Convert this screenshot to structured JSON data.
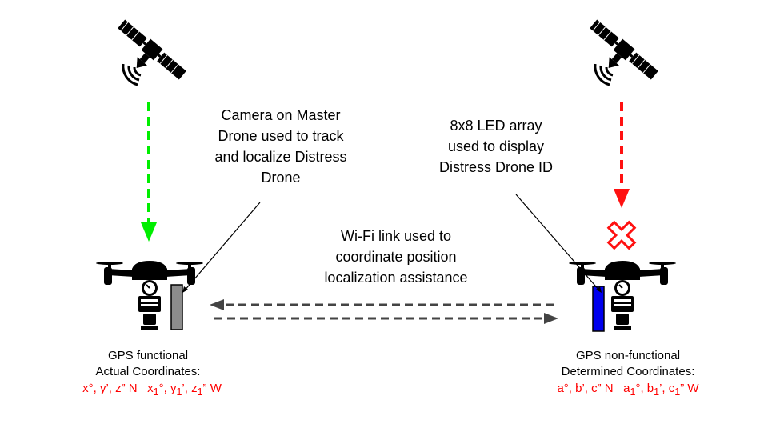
{
  "callouts": {
    "camera": "Camera on Master Drone used to track and localize Distress Drone",
    "camera_lines": [
      "Camera on Master",
      "Drone used to track",
      "and localize Distress",
      "Drone"
    ],
    "led_lines": [
      "8x8 LED array",
      "used to display",
      "Distress Drone ID"
    ],
    "wifi_lines": [
      "Wi-Fi link used to",
      "coordinate position",
      "localization assistance"
    ]
  },
  "master": {
    "status": "GPS functional",
    "coord_label": "Actual Coordinates:",
    "lat_text": "x°, y’, z” N",
    "lon": {
      "a": "x",
      "a_sub": "1",
      "b": "°, y",
      "b_sub": "1",
      "c": "’, z",
      "c_sub": "1",
      "d": "” W"
    }
  },
  "distress": {
    "status": "GPS non-functional",
    "coord_label": "Determined Coordinates:",
    "lat_text": "a°, b’, c” N",
    "lon": {
      "a": "a",
      "a_sub": "1",
      "b": "°, b",
      "b_sub": "1",
      "c": "’, c",
      "c_sub": "1",
      "d": "” W"
    }
  },
  "colors": {
    "gps_ok": "#00ee00",
    "gps_fail": "#ff1111",
    "camera_box": "#8c8c8c",
    "led_box": "#0000ee",
    "link": "#444444",
    "coord_text": "#ff0000"
  },
  "icons": [
    "satellite-icon",
    "drone-icon",
    "cross-icon"
  ]
}
